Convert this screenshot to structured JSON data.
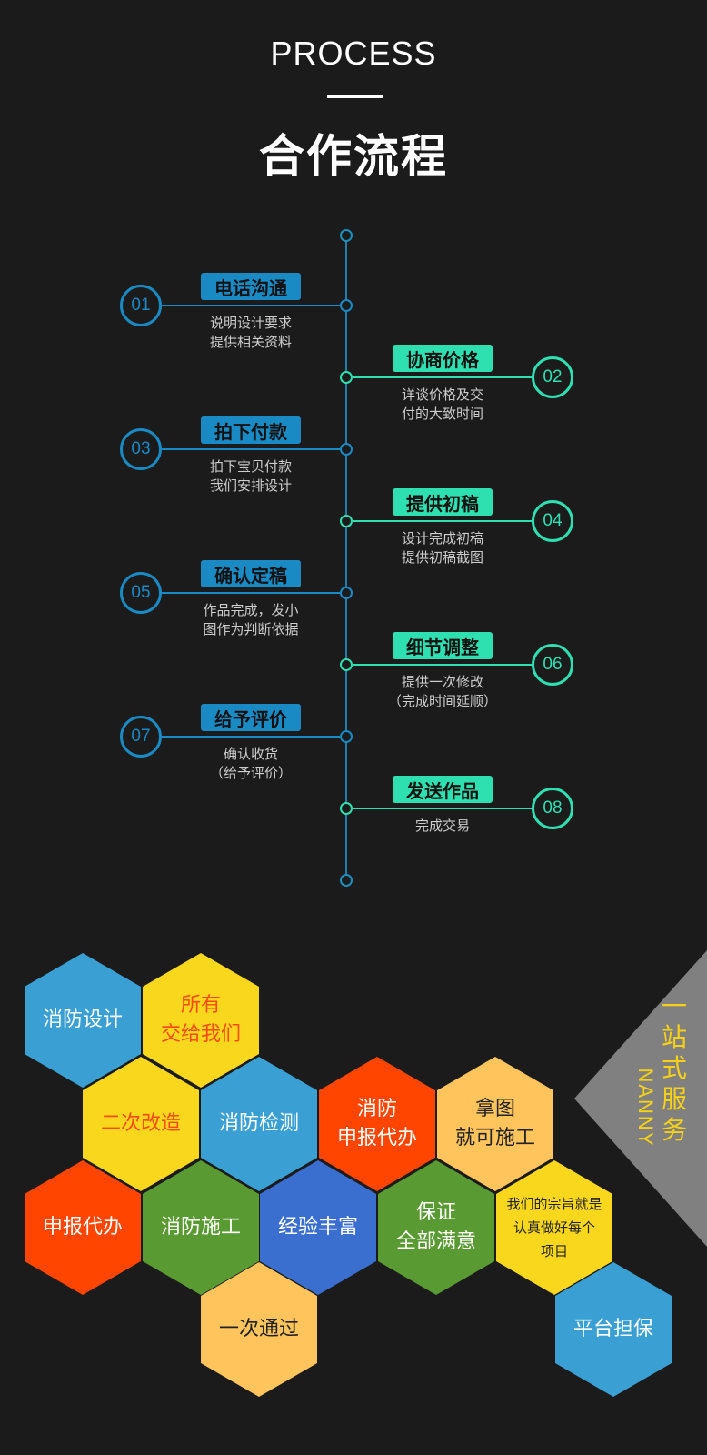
{
  "header": {
    "en": "PROCESS",
    "zh": "合作流程"
  },
  "colors": {
    "left": "#1a8ac4",
    "right": "#2ee0b0",
    "bg": "#1b1b1b"
  },
  "steps": [
    {
      "num": "01",
      "title": "电话沟通",
      "desc": "说明设计要求\n提供相关资料",
      "side": "left"
    },
    {
      "num": "02",
      "title": "协商价格",
      "desc": "详谈价格及交\n付的大致时间",
      "side": "right"
    },
    {
      "num": "03",
      "title": "拍下付款",
      "desc": "拍下宝贝付款\n我们安排设计",
      "side": "left"
    },
    {
      "num": "04",
      "title": "提供初稿",
      "desc": "设计完成初稿\n提供初稿截图",
      "side": "right"
    },
    {
      "num": "05",
      "title": "确认定稿",
      "desc": "作品完成，发小\n图作为判断依据",
      "side": "left"
    },
    {
      "num": "06",
      "title": "细节调整",
      "desc": "提供一次修改\n（完成时间延顺）",
      "side": "right"
    },
    {
      "num": "07",
      "title": "给予评价",
      "desc": "确认收货\n（给予评价）",
      "side": "left"
    },
    {
      "num": "08",
      "title": "发送作品",
      "desc": "完成交易",
      "side": "right"
    }
  ],
  "hexes": [
    {
      "text": "消防设计",
      "bg": "#3aa0d4",
      "fg": "#ffffff"
    },
    {
      "text": "所有\n交给我们",
      "bg": "#f9d71c",
      "fg": "#ff4a12"
    },
    {
      "text": "二次改造",
      "bg": "#f9d71c",
      "fg": "#ff4a12"
    },
    {
      "text": "消防检测",
      "bg": "#3aa0d4",
      "fg": "#ffffff"
    },
    {
      "text": "消防\n申报代办",
      "bg": "#ff4500",
      "fg": "#ffffff"
    },
    {
      "text": "拿图\n就可施工",
      "bg": "#ffc45c",
      "fg": "#222222"
    },
    {
      "text": "申报代办",
      "bg": "#ff4500",
      "fg": "#ffffff"
    },
    {
      "text": "消防施工",
      "bg": "#5a9a32",
      "fg": "#ffffff"
    },
    {
      "text": "经验丰富",
      "bg": "#3a6fd0",
      "fg": "#ffffff"
    },
    {
      "text": "保证\n全部满意",
      "bg": "#5a9a32",
      "fg": "#ffffff"
    },
    {
      "text": "我们的宗旨就是\n认真做好每个\n项目",
      "bg": "#f9d71c",
      "fg": "#222222"
    },
    {
      "text": "一次通过",
      "bg": "#ffc45c",
      "fg": "#222222"
    },
    {
      "text": "平台担保",
      "bg": "#3aa0d4",
      "fg": "#ffffff"
    }
  ],
  "badge": {
    "zh": "一\n站\n式\n服\n务",
    "en": "NANNY"
  }
}
